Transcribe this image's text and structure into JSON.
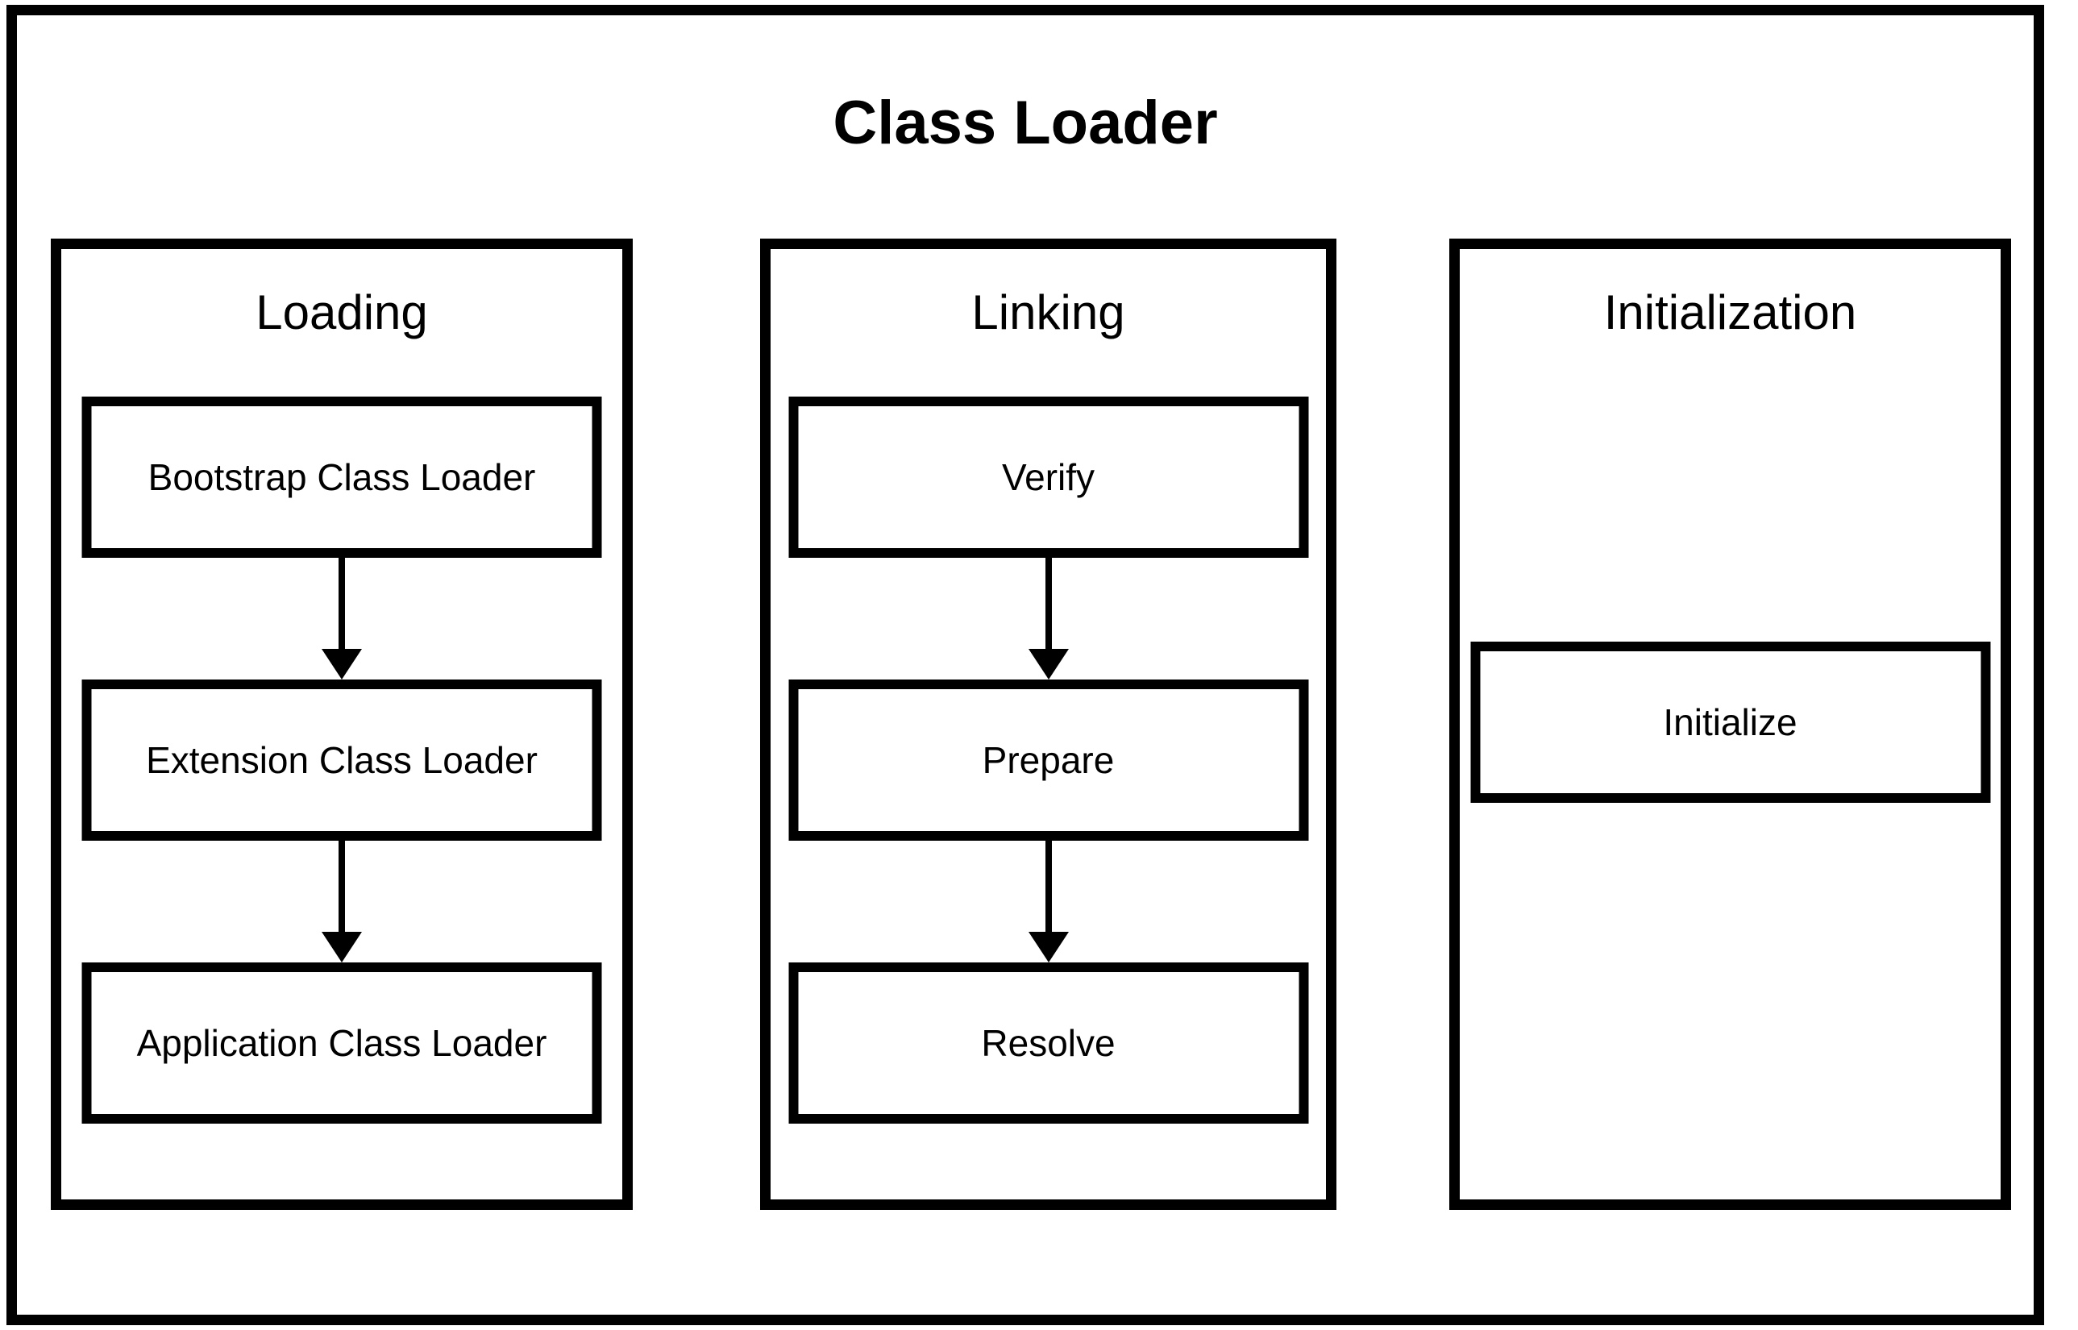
{
  "diagram": {
    "title": "Class Loader",
    "colors": {
      "ink": "#000000",
      "background": "#ffffff"
    },
    "columns": [
      {
        "title": "Loading",
        "boxes": [
          "Bootstrap Class Loader",
          "Extension Class Loader",
          "Application Class Loader"
        ]
      },
      {
        "title": "Linking",
        "boxes": [
          "Verify",
          "Prepare",
          "Resolve"
        ]
      },
      {
        "title": "Initialization",
        "boxes": [
          "Initialize"
        ]
      }
    ]
  }
}
